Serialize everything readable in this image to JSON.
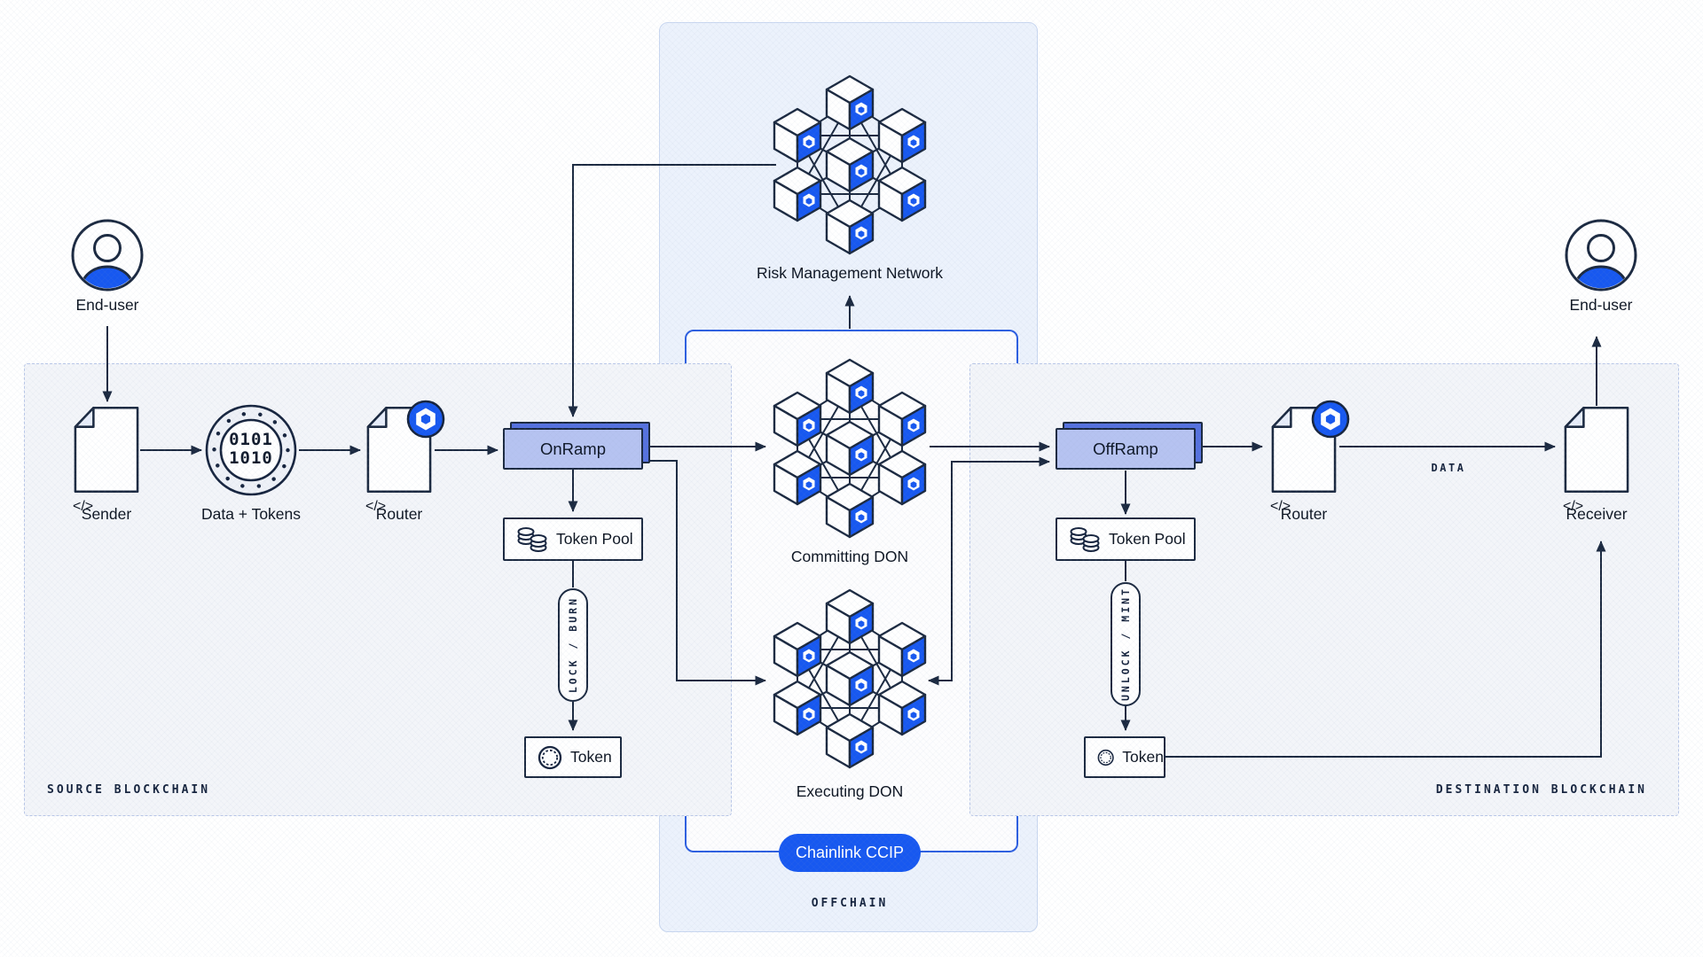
{
  "colors": {
    "accent_blue": "#1758F0",
    "stroke_navy": "#1B2940",
    "ramp_front": "#B6C3F1",
    "ramp_back": "#5571DE",
    "offchain_panel": "#ECF2FC",
    "chain_panel": "#F3F5F9"
  },
  "icons": {
    "code": "</>"
  },
  "source": {
    "panel_label": "SOURCE BLOCKCHAIN",
    "end_user": "End-user",
    "sender": "Sender",
    "data_tokens": "Data + Tokens",
    "binary1": "0101",
    "binary2": "1010",
    "router": "Router",
    "onramp": "OnRamp",
    "token_pool": "Token Pool",
    "lock_burn": "LOCK / BURN",
    "token": "Token"
  },
  "offchain": {
    "panel_label": "OFFCHAIN",
    "rmn": "Risk Management Network",
    "committing": "Committing DON",
    "executing": "Executing DON",
    "ccip": "Chainlink CCIP"
  },
  "dest": {
    "panel_label": "DESTINATION BLOCKCHAIN",
    "offramp": "OffRamp",
    "token_pool": "Token Pool",
    "unlock_mint": "UNLOCK / MINT",
    "token": "Token",
    "router": "Router",
    "data_label": "DATA",
    "receiver": "Receiver",
    "end_user": "End-user"
  }
}
